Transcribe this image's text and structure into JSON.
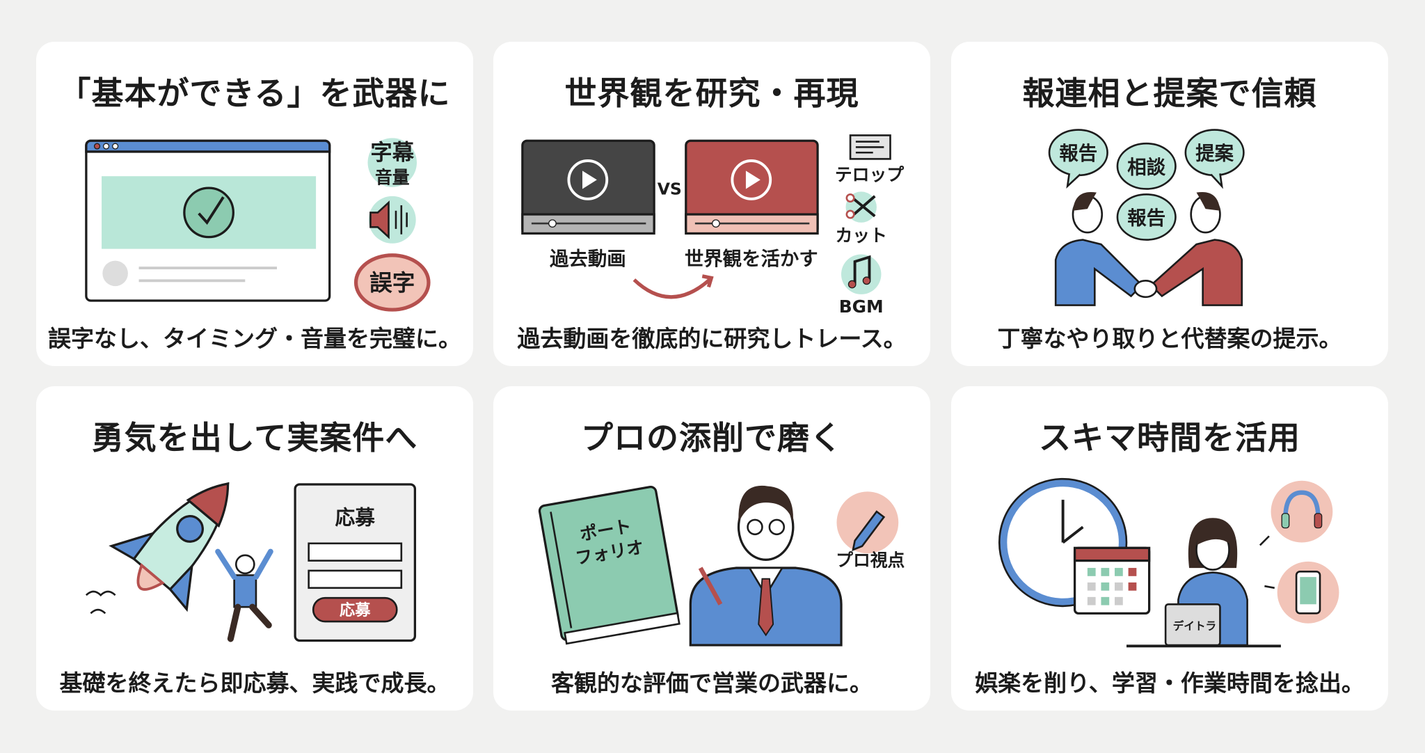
{
  "colors": {
    "background": "#f1f1f0",
    "card": "#ffffff",
    "teal": "#bfe8dc",
    "blue": "#5b8dd1",
    "red": "#b5504e",
    "pink": "#f2c4b8",
    "text": "#1c1c1c"
  },
  "cards": [
    {
      "title": "「基本ができる」を武器に",
      "caption": "誤字なし、タイミング・音量を完璧に。",
      "labels": {
        "subtitles": "字幕",
        "volume": "音量",
        "typo": "誤字"
      },
      "icons": [
        "browser-window-icon",
        "check-circle-icon",
        "speaker-icon"
      ]
    },
    {
      "title": "世界観を研究・再現",
      "caption": "過去動画を徹底的に研究しトレース。",
      "labels": {
        "vs": "VS",
        "past_videos": "過去動画",
        "apply_worldview": "世界観を活かす",
        "telop": "テロップ",
        "cut": "カット",
        "bgm": "BGM"
      },
      "icons": [
        "video-player-icon",
        "arrow-icon",
        "caption-box-icon",
        "scissors-icon",
        "music-note-icon"
      ]
    },
    {
      "title": "報連相と提案で信頼",
      "caption": "丁寧なやり取りと代替案の提示。",
      "labels": {
        "bubble1": "報告",
        "bubble2": "相談",
        "bubble3": "提案",
        "bubble4": "報告"
      },
      "icons": [
        "speech-bubble-icon",
        "handshake-icon"
      ]
    },
    {
      "title": "勇気を出して実案件へ",
      "caption": "基礎を終えたら即応募、実践で成長。",
      "labels": {
        "form_title": "応募",
        "apply_button": "応募"
      },
      "icons": [
        "rocket-icon",
        "jumping-person-icon",
        "application-form-icon"
      ]
    },
    {
      "title": "プロの添削で磨く",
      "caption": "客観的な評価で営業の武器に。",
      "labels": {
        "portfolio_line1": "ポート",
        "portfolio_line2": "フォリオ",
        "pro_view": "プロ視点"
      },
      "icons": [
        "portfolio-book-icon",
        "businessman-icon",
        "pencil-icon"
      ]
    },
    {
      "title": "スキマ時間を活用",
      "caption": "娯楽を削り、学習・作業時間を捻出。",
      "labels": {
        "laptop_brand": "デイトラ"
      },
      "icons": [
        "clock-icon",
        "calendar-icon",
        "woman-laptop-icon",
        "headphones-icon",
        "smartphone-icon"
      ]
    }
  ]
}
